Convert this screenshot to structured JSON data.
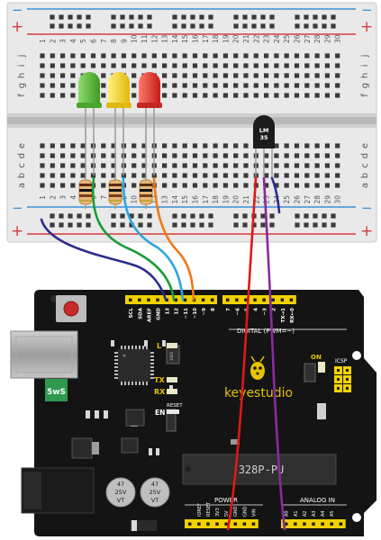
{
  "breadboard": {
    "rows_top": [
      "j",
      "i",
      "h",
      "g",
      "f"
    ],
    "rows_bottom": [
      "e",
      "d",
      "c",
      "b",
      "a"
    ],
    "column_labels": [
      "1",
      "2",
      "3",
      "4",
      "5",
      "6",
      "7",
      "8",
      "9",
      "10",
      "11",
      "12",
      "13",
      "14",
      "15",
      "16",
      "17",
      "18",
      "19",
      "20",
      "21",
      "22",
      "23",
      "24",
      "25",
      "26",
      "27",
      "28",
      "29",
      "30"
    ],
    "rail_plus": "+",
    "rail_minus": "−"
  },
  "sensor": {
    "label_line1": "LM",
    "label_line2": "35"
  },
  "leds": [
    {
      "name": "green",
      "color": "#5dbb3c"
    },
    {
      "name": "yellow",
      "color": "#f2d21b"
    },
    {
      "name": "red",
      "color": "#e8312c"
    }
  ],
  "wires": {
    "gnd": "#2d2d8c",
    "pin13": "#1a9d3a",
    "pin12": "#2da6dd",
    "pin11": "#ef7a1a",
    "power": "#e01818",
    "analog": "#8a2a9e"
  },
  "board": {
    "brand": "keyestudio",
    "chip_label": "328P-PU",
    "top_pin_labels": [
      "SCL",
      "SDA",
      "AREF",
      "GND",
      "13",
      "12",
      "~11",
      "~10",
      "~9",
      "8",
      "7",
      "~6",
      "~5",
      "4",
      "~3",
      "2",
      "TX→1",
      "RX←0"
    ],
    "digital_label": "DIGITAL (PWM=~)",
    "l_label": "L",
    "tx_label": "TX",
    "rx_label": "RX",
    "on_label": "ON",
    "en_label": "EN",
    "reset_label": "RESET",
    "icsp_label": "ICSP",
    "fuse_label": "5wS",
    "chip_small_label": "1002",
    "power_label": "POWER",
    "analog_label": "ANALOG IN",
    "power_pins": [
      "IOREF",
      "RESET",
      "3V3",
      "5V",
      "GND",
      "GND",
      "VIN"
    ],
    "analog_pins": [
      "A0",
      "A1",
      "A2",
      "A3",
      "A4",
      "A5"
    ],
    "cap1": [
      "47",
      "25V",
      "VT"
    ],
    "cap2": [
      "47",
      "25V",
      "VT"
    ]
  }
}
